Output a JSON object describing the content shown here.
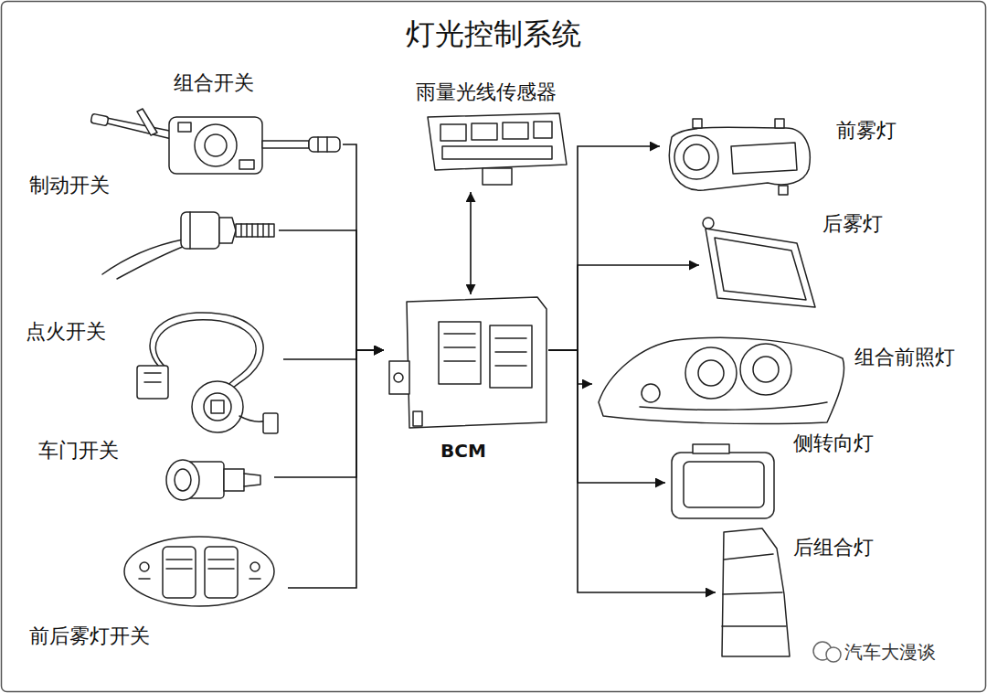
{
  "diagram": {
    "title": "灯光控制系统",
    "nodes": [
      {
        "text": [
          "组合开关"
        ]
      },
      {
        "text": [
          "制动开关"
        ]
      },
      {
        "text": [
          "点火开关"
        ]
      },
      {
        "text": [
          "车门开关"
        ]
      },
      {
        "text": [
          "前后雾灯开关"
        ]
      },
      {
        "text": [
          "雨量光线传感器"
        ]
      },
      {
        "text": [
          "BCM"
        ]
      },
      {
        "text": [
          "前雾灯"
        ]
      },
      {
        "text": [
          "后雾灯"
        ]
      },
      {
        "text": [
          "组合前照灯"
        ]
      },
      {
        "text": [
          "侧转向灯"
        ]
      },
      {
        "text": [
          "后组合灯"
        ]
      }
    ],
    "edges": [
      {
        "from": 0,
        "to": 6,
        "arrow": "to"
      },
      {
        "from": 1,
        "to": 6,
        "arrow": "to"
      },
      {
        "from": 2,
        "to": 6,
        "arrow": "to"
      },
      {
        "from": 3,
        "to": 6,
        "arrow": "to"
      },
      {
        "from": 4,
        "to": 6,
        "arrow": "to"
      },
      {
        "from": 5,
        "to": 6,
        "arrow": "both"
      },
      {
        "from": 6,
        "to": 7,
        "arrow": "to"
      },
      {
        "from": 6,
        "to": 8,
        "arrow": "to"
      },
      {
        "from": 6,
        "to": 9,
        "arrow": "to"
      },
      {
        "from": 6,
        "to": 10,
        "arrow": "to"
      },
      {
        "from": 6,
        "to": 11,
        "arrow": "to"
      }
    ],
    "labels": [
      "汽车大漫谈"
    ]
  }
}
